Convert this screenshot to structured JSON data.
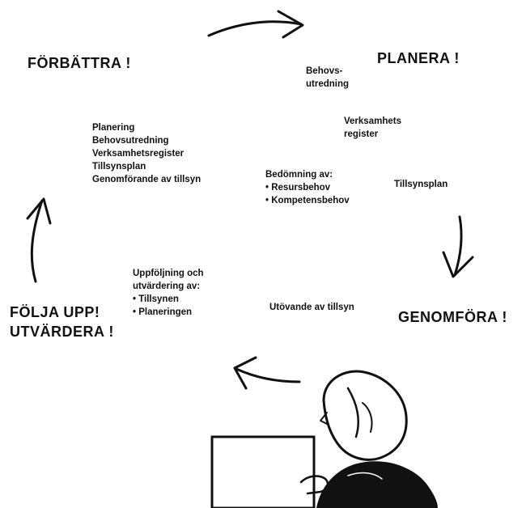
{
  "stages": {
    "improve": "FÖRBÄTTRA !",
    "plan": "PLANERA !",
    "execute": "GENOMFÖRA !",
    "follow_up_line1": "FÖLJA UPP!",
    "follow_up_line2": "UTVÄRDERA !"
  },
  "plan_notes": {
    "needs_line1": "Behovs-",
    "needs_line2": "utredning",
    "register_line1": "Verksamhets",
    "register_line2": "register",
    "assessment_heading": "Bedömning av:",
    "assessment_items": [
      "• Resursbehov",
      "• Kompetensbehov"
    ],
    "supervision_plan": "Tillsynsplan"
  },
  "improve_notes": {
    "items": [
      "Planering",
      "Behovsutredning",
      "Verksamhetsregister",
      "Tillsynsplan",
      "Genomförande av tillsyn"
    ]
  },
  "execute_notes": {
    "text": "Utövande av tillsyn"
  },
  "follow_up_notes": {
    "heading_line1": "Uppföljning och",
    "heading_line2": "utvärdering av:",
    "items": [
      "• Tillsynen",
      "• Planeringen"
    ]
  },
  "colors": {
    "ink": "#111111",
    "background": "#ffffff"
  }
}
